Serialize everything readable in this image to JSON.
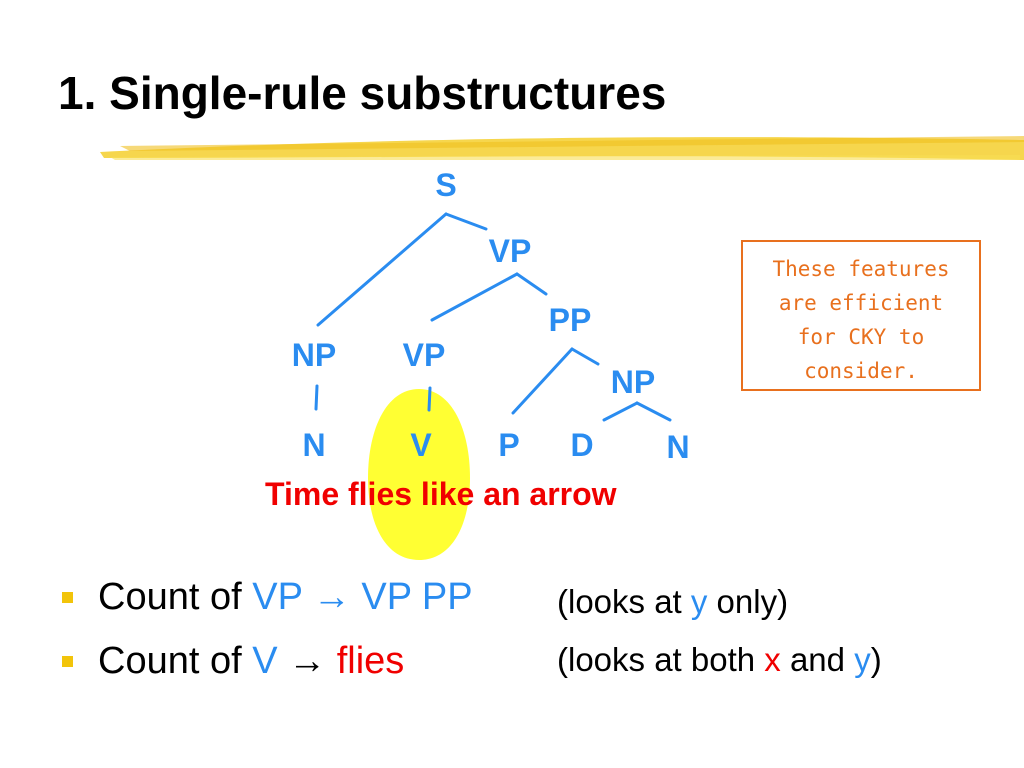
{
  "title": "1. Single-rule substructures",
  "tree": {
    "nodes": {
      "S": "S",
      "VP_top": "VP",
      "PP": "PP",
      "NP_left": "NP",
      "VP_mid": "VP",
      "NP_right": "NP",
      "N_left": "N",
      "V": "V",
      "P": "P",
      "D": "D",
      "N_right": "N"
    },
    "sentence": {
      "time": "Time",
      "flies": "flies",
      "rest": "like an arrow"
    }
  },
  "callout": {
    "lines": [
      "These features",
      "are efficient",
      "for CKY to",
      "consider."
    ]
  },
  "bullets": [
    {
      "prefix": "Count of ",
      "part1": "VP",
      "arrow": "→",
      "part2": "VP PP"
    },
    {
      "prefix": "Count of ",
      "part1": "V",
      "arrow": "→",
      "part2": "flies"
    }
  ],
  "notes": [
    {
      "open": "(looks at ",
      "var1": "y",
      "close": " only)"
    },
    {
      "open": "(looks at both ",
      "var1": "x",
      "mid": " and ",
      "var2": "y",
      "close": ")"
    }
  ],
  "colors": {
    "tree_blue": "#2a8cf0",
    "red": "#f00000",
    "callout_orange": "#e8701e",
    "highlight_yellow": "#ffff33",
    "bullet_gold": "#f2c40a",
    "underline_gold": "#f5cf2e"
  }
}
